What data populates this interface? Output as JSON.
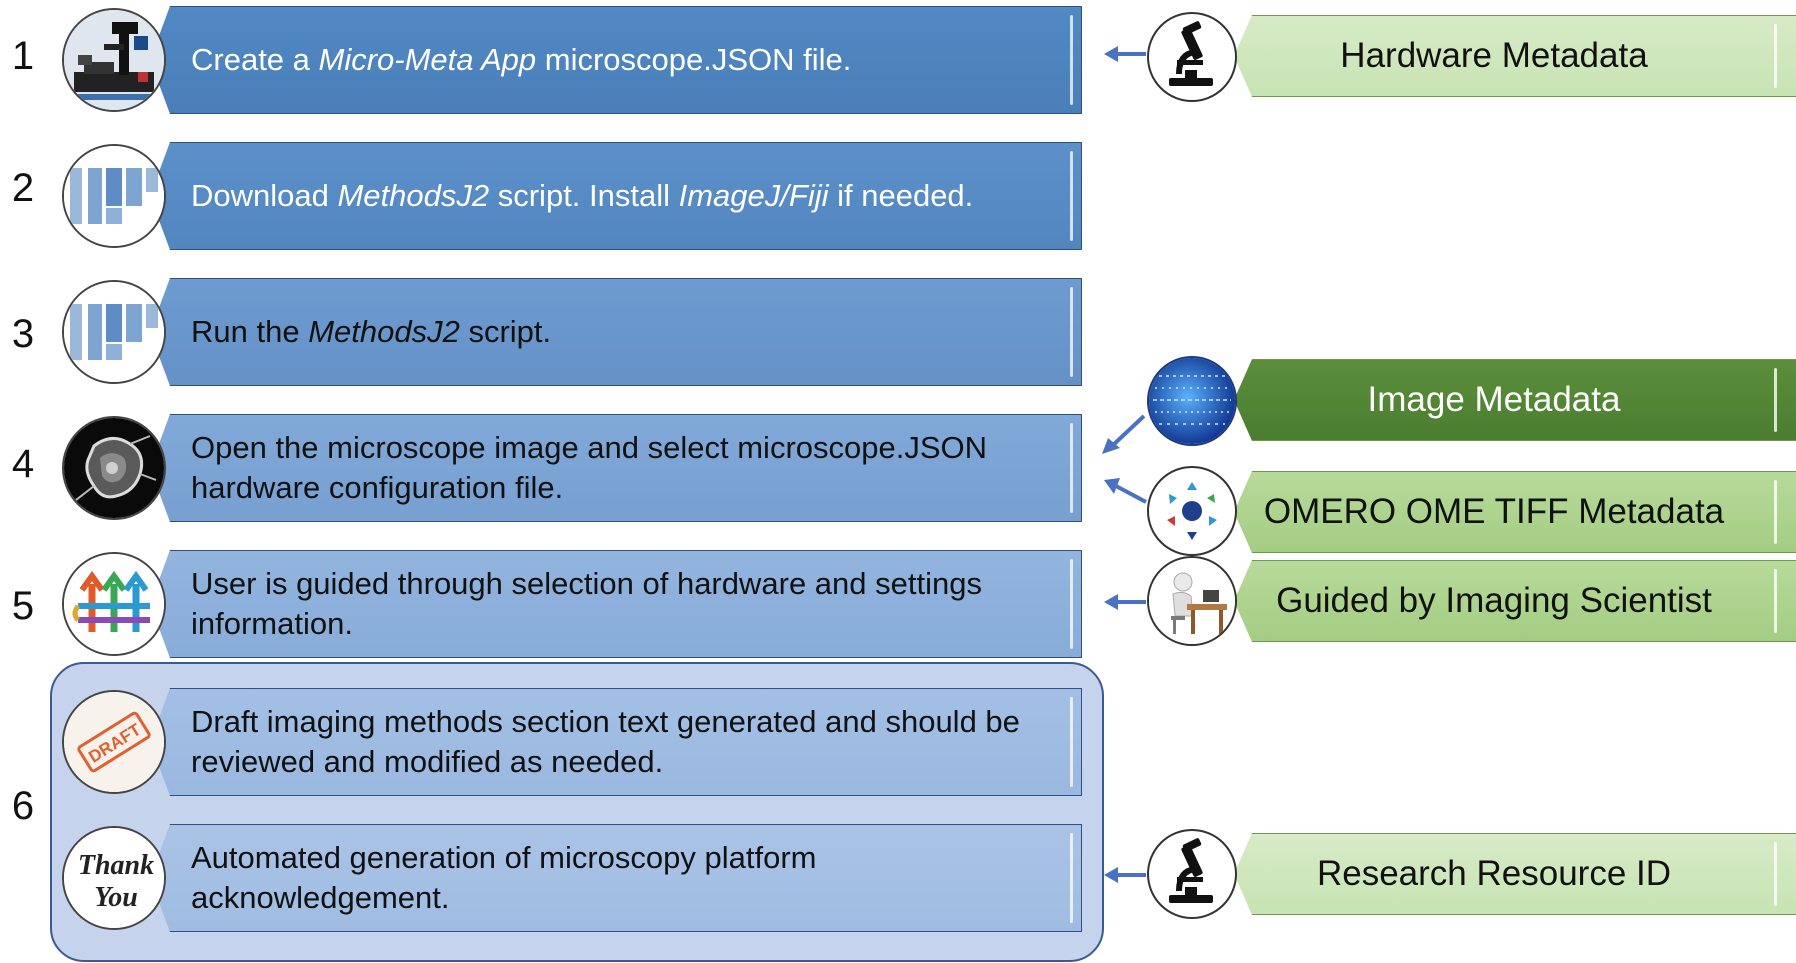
{
  "steps": [
    {
      "number": "1",
      "text_html": "Create a <i>Micro-Meta App</i> microscope.JSON file.",
      "icon": "microscope-stand-icon"
    },
    {
      "number": "2",
      "text_html": "Download <i>MethodsJ2</i> script. Install <i>ImageJ/Fiji</i> if needed.",
      "icon": "fiji-logo-icon"
    },
    {
      "number": "3",
      "text_html": "Run the <i>MethodsJ2</i> script.",
      "icon": "fiji-logo-icon"
    },
    {
      "number": "4",
      "text_html": "Open the microscope image and select microscope.JSON hardware configuration file.",
      "icon": "cell-image-icon"
    },
    {
      "number": "5",
      "text_html": "User is guided through selection of hardware and settings information.",
      "icon": "guide-arrows-icon"
    },
    {
      "number": "6",
      "text_html": "Draft imaging methods section text generated and should be reviewed and modified as needed.",
      "icon": "draft-stamp-icon",
      "stamp_text": "DRAFT"
    },
    {
      "number": "",
      "text_html": "Automated generation of microscopy platform acknowledgement.",
      "icon": "thank-you-icon",
      "lettering": [
        "Thank",
        "You"
      ]
    }
  ],
  "metadata_sources": [
    {
      "label": "Hardware Metadata",
      "icon": "microscope-icon"
    },
    {
      "label": "Image Metadata",
      "icon": "binary-data-icon"
    },
    {
      "label": "OMERO OME TIFF Metadata",
      "icon": "omero-logo-icon"
    },
    {
      "label": "Guided by Imaging Scientist",
      "icon": "scientist-at-desk-icon"
    },
    {
      "label": "Research Resource ID",
      "icon": "microscope-icon"
    }
  ],
  "colors": {
    "step_dark": "#4f84be",
    "step_mid": "#6d99cc",
    "step_light": "#a6c0e4",
    "group_bg": "#c5d3ec",
    "group_border": "#3b5a94",
    "arrow": "#4a72c4",
    "meta_dark": "#548835",
    "meta_med": "#a9d08e",
    "meta_light": "#d1e8c0"
  }
}
